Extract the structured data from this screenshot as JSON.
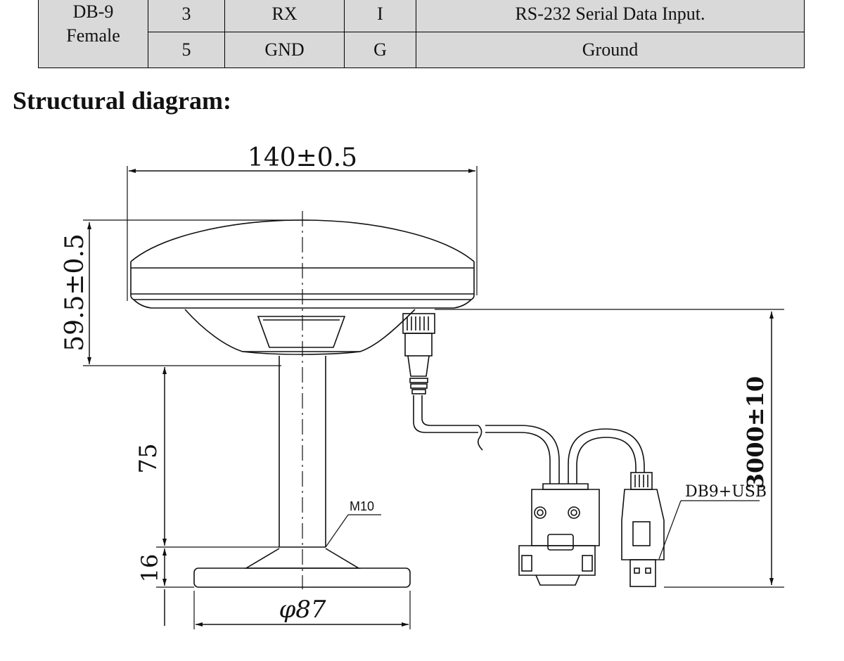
{
  "table": {
    "group_label": "DB-9\nFemale",
    "rows": [
      {
        "pin": "3",
        "name": "RX",
        "type": "I",
        "description": "RS-232 Serial Data Input."
      },
      {
        "pin": "5",
        "name": "GND",
        "type": "G",
        "description": "Ground"
      }
    ]
  },
  "heading": "Structural diagram:",
  "diagram": {
    "width_dim": "140±0.5",
    "height_dim": "59.5±0.5",
    "pole_dim": "75",
    "base_dim": "16",
    "base_diameter_dim": "φ87",
    "cable_dim": "3000±10",
    "thread_label": "M10",
    "connector_label": "DB9+USB"
  },
  "colors": {
    "table_fill": "#d9d9d9",
    "line": "#111111"
  }
}
